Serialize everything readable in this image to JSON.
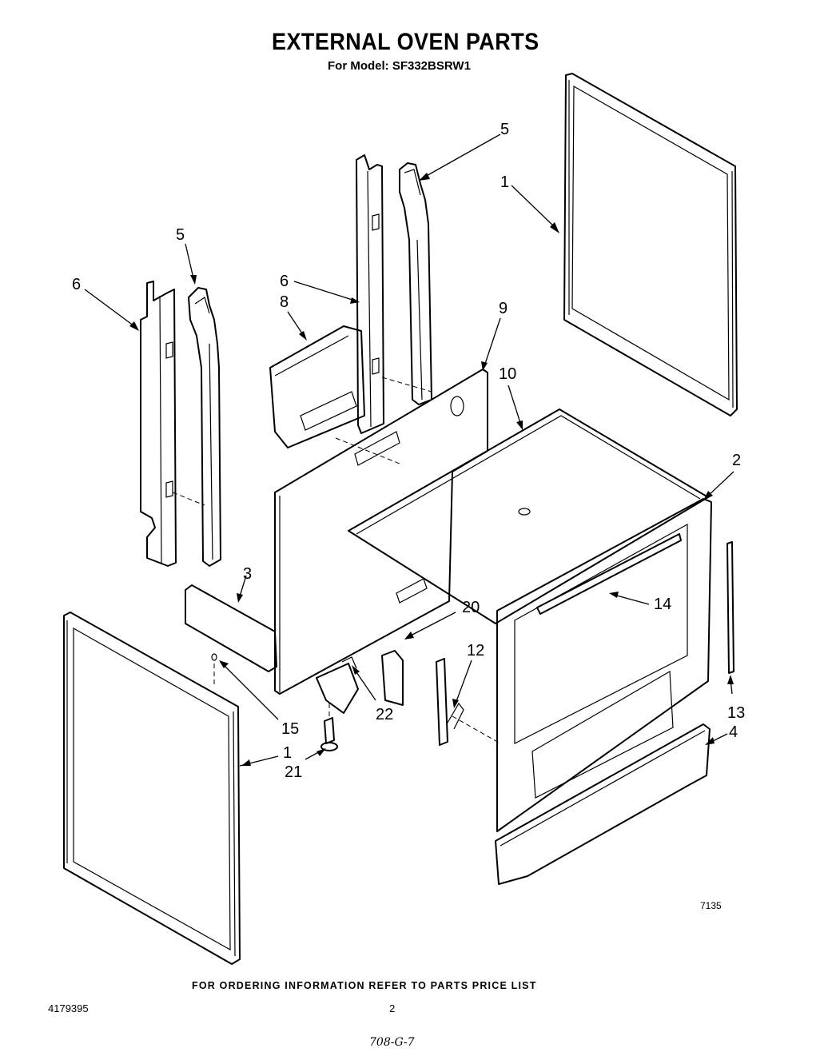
{
  "header": {
    "title": "EXTERNAL OVEN PARTS",
    "subtitle": "For Model: SF332BSRW1"
  },
  "callouts": [
    {
      "id": "c1a",
      "label": "1"
    },
    {
      "id": "c1b",
      "label": "1"
    },
    {
      "id": "c2",
      "label": "2"
    },
    {
      "id": "c3",
      "label": "3"
    },
    {
      "id": "c4",
      "label": "4"
    },
    {
      "id": "c5a",
      "label": "5"
    },
    {
      "id": "c5b",
      "label": "5"
    },
    {
      "id": "c6a",
      "label": "6"
    },
    {
      "id": "c6b",
      "label": "6"
    },
    {
      "id": "c8",
      "label": "8"
    },
    {
      "id": "c9",
      "label": "9"
    },
    {
      "id": "c10",
      "label": "10"
    },
    {
      "id": "c12",
      "label": "12"
    },
    {
      "id": "c13",
      "label": "13"
    },
    {
      "id": "c14",
      "label": "14"
    },
    {
      "id": "c15",
      "label": "15"
    },
    {
      "id": "c20",
      "label": "20"
    },
    {
      "id": "c21",
      "label": "21"
    },
    {
      "id": "c22",
      "label": "22"
    }
  ],
  "figure_number": "7135",
  "footer": {
    "ordering_note": "FOR ORDERING INFORMATION REFER TO PARTS PRICE LIST",
    "document_number": "4179395",
    "page_number": "2",
    "handwritten_note": "708-G-7"
  }
}
